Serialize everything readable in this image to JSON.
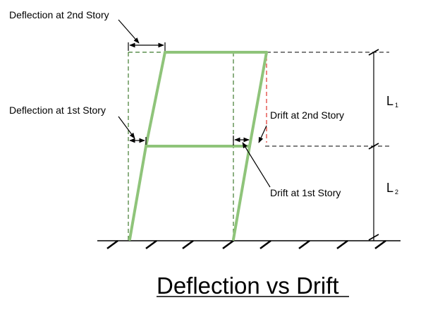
{
  "labels": {
    "deflection_2nd": "Deflection at 2nd Story",
    "deflection_1st": "Deflection at 1st Story",
    "drift_2nd": "Drift at 2nd Story",
    "drift_1st": "Drift at 1st Story"
  },
  "heights": {
    "upper_symbol": "L",
    "upper_subscript": "1",
    "lower_symbol": "L",
    "lower_subscript": "2"
  },
  "title": "Deflection vs Drift",
  "colors": {
    "frame": "#8fc47a",
    "undeformed": "#3f7a2e",
    "drift_marker": "#e0332c",
    "lines": "#000000"
  }
}
